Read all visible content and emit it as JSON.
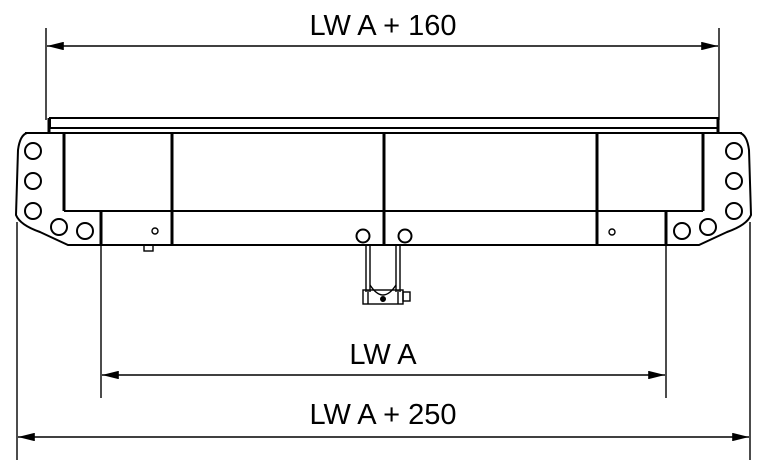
{
  "dimensions": {
    "top": "LW A + 160",
    "middle": "LW A",
    "bottom": "LW A + 250"
  },
  "colors": {
    "line": "#000000",
    "background": "#ffffff"
  }
}
